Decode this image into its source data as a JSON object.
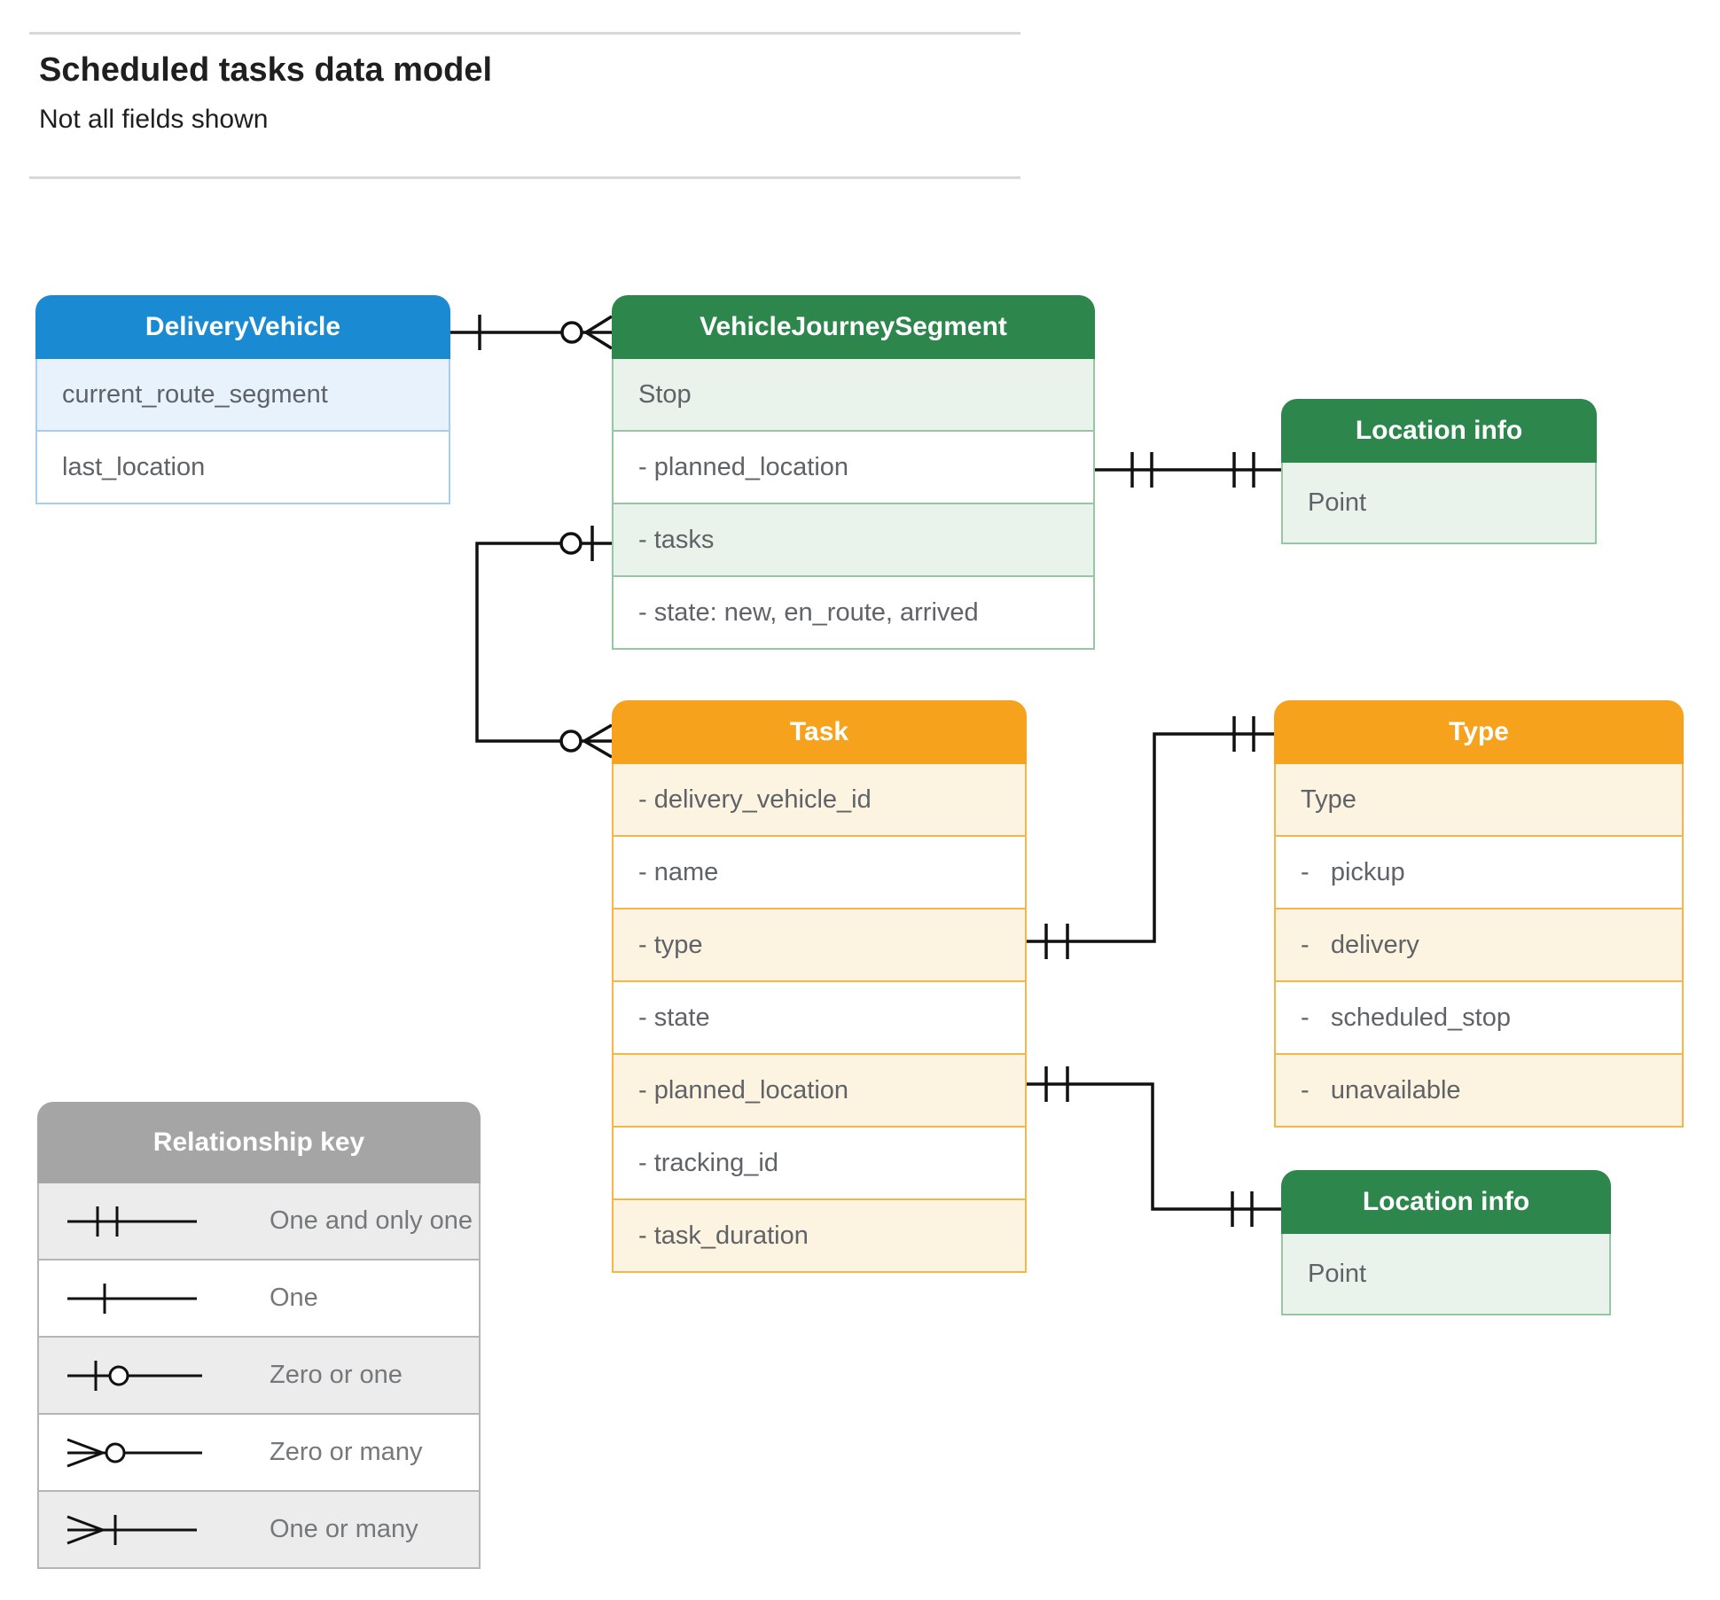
{
  "page": {
    "title": "Scheduled tasks data model",
    "subtitle": "Not all fields shown"
  },
  "entities": [
    {
      "title": "DeliveryVehicle",
      "rows": [
        "current_route_segment",
        "last_location"
      ]
    },
    {
      "title": "VehicleJourneySegment",
      "rows": [
        "Stop",
        "- planned_location",
        "- tasks",
        "- state: new, en_route, arrived"
      ]
    },
    {
      "title": "Location info",
      "rows": [
        "Point"
      ]
    },
    {
      "title": "Task",
      "rows": [
        "- delivery_vehicle_id",
        "- name",
        "- type",
        "- state",
        "- planned_location",
        "- tracking_id",
        "- task_duration"
      ]
    },
    {
      "title": "Type",
      "rows": [
        "Type",
        "-   pickup",
        "-   delivery",
        "-   scheduled_stop",
        "-   unavailable"
      ]
    },
    {
      "title": "Location info",
      "rows": [
        "Point"
      ]
    }
  ],
  "legend": {
    "title": "Relationship key",
    "items": [
      {
        "symbol": "one-and-only-one",
        "label": "One and only one"
      },
      {
        "symbol": "one",
        "label": "One"
      },
      {
        "symbol": "zero-or-one",
        "label": "Zero or one"
      },
      {
        "symbol": "zero-or-many",
        "label": "Zero or many"
      },
      {
        "symbol": "one-or-many",
        "label": "One or many"
      }
    ]
  },
  "colors": {
    "blue_header": "#1a8ad3",
    "blue_row": "#e8f2fc",
    "blue_border": "#a7cdf0",
    "green_header": "#2d874c",
    "green_row": "#e9f3ec",
    "green_border": "#96c7a3",
    "orange_header": "#f7a21d",
    "orange_row": "#fdf3e1",
    "orange_border": "#f3b64a",
    "gray_header": "#a5a5a5",
    "gray_row": "#ececec",
    "gray_border": "#b5b5b5",
    "connector_line": "#111111",
    "title_text": "#1f1f1f",
    "row_text": "#5f6368"
  }
}
